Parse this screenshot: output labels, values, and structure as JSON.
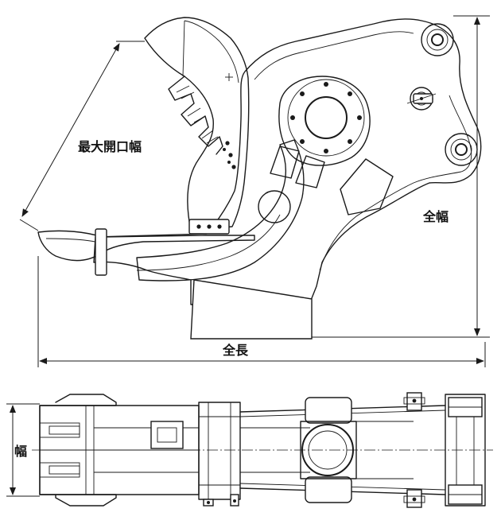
{
  "labels": {
    "max_opening": "最大開口幅",
    "total_width": "全幅",
    "total_length": "全長",
    "width": "幅"
  },
  "colors": {
    "line": "#1a1a1a",
    "background": "#ffffff"
  }
}
